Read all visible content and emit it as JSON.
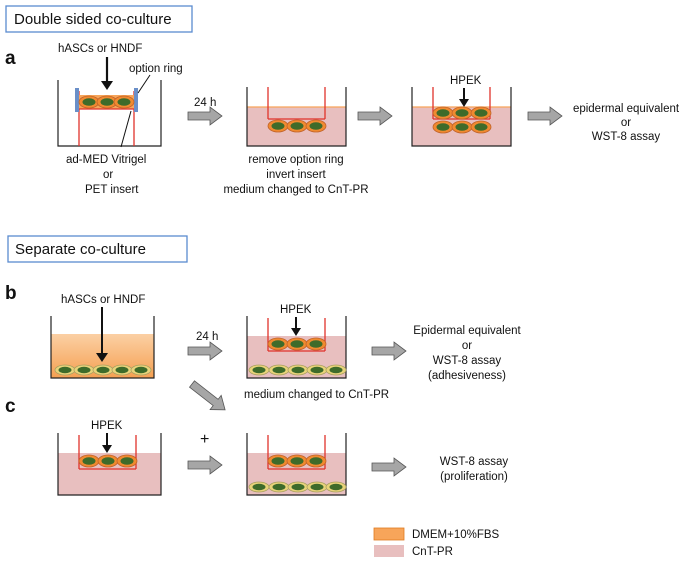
{
  "sections": {
    "double_sided": {
      "title": "Double sided co-culture",
      "panel": "a",
      "step1_cells_label": "hASCs or HNDF",
      "option_ring_label": "option ring",
      "insert_label_line1": "ad-MED Vitrigel",
      "insert_label_line2": "or",
      "insert_label_line3": "PET insert",
      "time_label": "24 h",
      "step2_line1": "remove option ring",
      "step2_line2": "invert insert",
      "step2_line3": "medium changed to CnT-PR",
      "step3_cells_label": "HPEK",
      "outcome_line1": "epidermal equivalent",
      "outcome_line2": "or",
      "outcome_line3": "WST-8 assay"
    },
    "separate": {
      "title": "Separate co-culture",
      "panel_b": "b",
      "panel_c": "c",
      "b_cells_label": "hASCs or HNDF",
      "b_time_label": "24 h",
      "b_insert_label": "HPEK",
      "b_outcome_line1": "Epidermal equivalent",
      "b_outcome_line2": "or",
      "b_outcome_line3": "WST-8 assay",
      "b_outcome_line4": "(adhesiveness)",
      "medium_note": "medium changed to CnT-PR",
      "plus": "+",
      "c_cells_label": "HPEK",
      "c_outcome_line1": "WST-8 assay",
      "c_outcome_line2": "(proliferation)"
    }
  },
  "legend": {
    "items": [
      {
        "label": "DMEM+10%FBS",
        "color": "#f7a55a"
      },
      {
        "label": "CnT-PR",
        "color": "#e8bfbf"
      }
    ]
  },
  "colors": {
    "dmem": "#f7a55a",
    "cnt": "#e8bfbf",
    "insert_red": "#e0322b",
    "ring_blue": "#6a8fc8",
    "cell_outer": "#f08a30",
    "cell_nucleus": "#3e6b2a",
    "box_border": "#5b8bd0",
    "arrow_fill": "#a6a6a6"
  }
}
